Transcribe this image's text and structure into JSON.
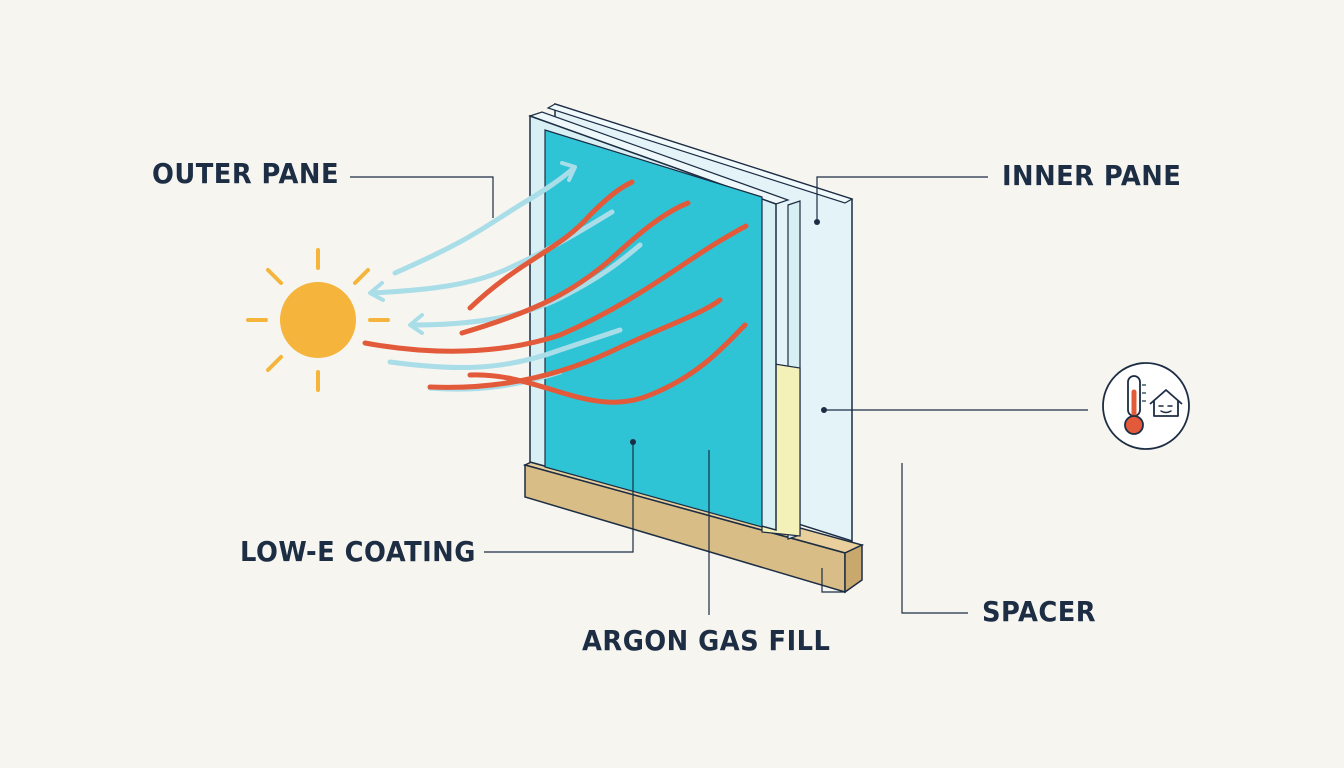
{
  "labels": {
    "outer_pane": "OUTER PANE",
    "inner_pane": "INNER PANE",
    "low_e_coating": "LOW-E COATING",
    "argon_gas_fill": "ARGON GAS FILL",
    "spacer": "SPACER"
  },
  "icons": {
    "sun": "sun-icon",
    "indoor_temperature": "thermometer-house-icon"
  },
  "colors": {
    "background": "#f7f5f0",
    "label_text": "#1c2d44",
    "sun": "#f5b53d",
    "heat_wave": "#e25a3a",
    "reflected_light": "#a9dde8",
    "argon_gas": "#2ec4d6",
    "glass": "#dff1f6",
    "spacer": "#f3f0b8",
    "frame": "#d9bd86"
  }
}
